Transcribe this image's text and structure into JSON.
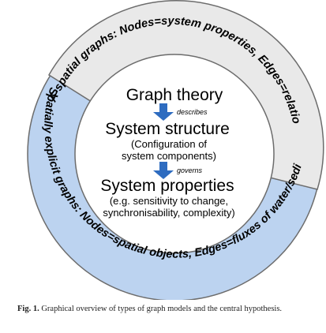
{
  "ring": {
    "outer_text": "A-spatial graphs: Nodes=system properties, Edges=relations",
    "inner_text": "Spatially explicit graphs: Nodes=spatial objects, Edges=fluxes of water/sediment/energy, distance…",
    "colors": {
      "blue": "#bcd3f0",
      "gray": "#e9e9e9",
      "stroke": "#6c6c6c",
      "arrow": "#2e6cc0"
    }
  },
  "center": {
    "graph_theory": "Graph theory",
    "describes": "describes",
    "system_structure": "System structure",
    "config_line1": "(Configuration of",
    "config_line2": "system components)",
    "governs": "governs",
    "system_properties": "System properties",
    "props_line1": "(e.g. sensitivity to change,",
    "props_line2": "synchronisability, complexity)"
  },
  "caption": {
    "label": "Fig. 1.",
    "text": "Graphical overview of types of graph models and the central hypothesis."
  }
}
